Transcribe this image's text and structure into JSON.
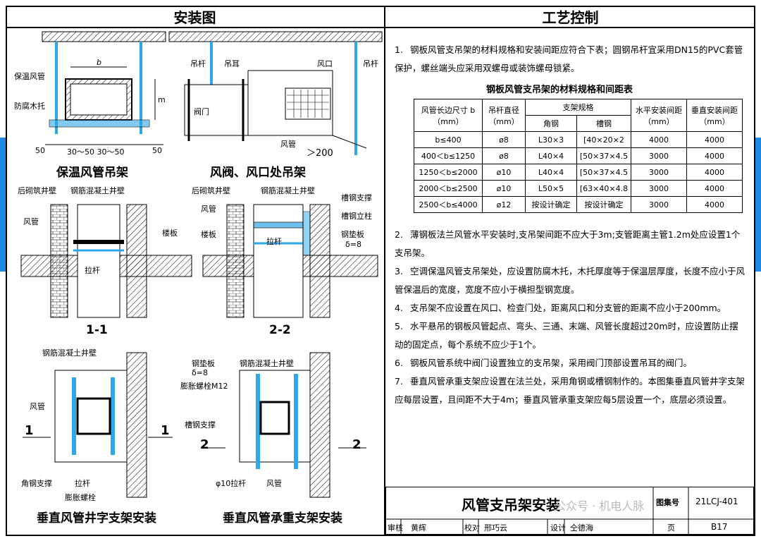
{
  "left_header": "安装图",
  "right_header": "工艺控制",
  "drawings": {
    "insulated": {
      "caption": "保温风管吊架",
      "label_duct": "保温风管",
      "label_wood": "防腐木托",
      "dim_b": "b",
      "dim_m": "m",
      "dim_50a": "50",
      "dim_mid": "30～50  30～50",
      "dim_50b": "50"
    },
    "valve": {
      "caption": "风阀、风口处吊架",
      "label_rod": "吊杆",
      "label_ear": "吊耳",
      "label_valve": "阀门",
      "label_outlet": "风口",
      "label_rod2": "吊杆",
      "label_duct": "风管",
      "dim_200": "＞200"
    },
    "section11": {
      "caption": "1-1",
      "label_brick": "后砌筑井壁",
      "label_concrete": "钢筋混凝土井壁",
      "label_duct": "风管",
      "label_slab": "楼板",
      "label_rod": "拉杆"
    },
    "section22": {
      "caption": "2-2",
      "label_brick": "后砌筑井壁",
      "label_concrete": "钢筋混凝土井壁",
      "label_duct": "风管",
      "label_slab": "楼板",
      "label_channel": "槽钢支撑",
      "label_column": "槽钢立柱",
      "label_plate": "钢垫板",
      "label_delta": "δ=8",
      "label_rod": "拉杆"
    },
    "vertical_cross": {
      "caption": "垂直风管井字支架安装",
      "label_concrete": "钢筋混凝土井壁",
      "label_duct": "风管",
      "label_angle": "角钢支撑",
      "label_rod": "拉杆",
      "label_bolt": "膨胀螺栓",
      "mark_left": "1",
      "mark_right": "1"
    },
    "vertical_load": {
      "caption": "垂直风管承重支架安装",
      "label_plate": "钢垫板",
      "label_delta": "δ=8",
      "label_bolt": "膨胀螺栓M12",
      "label_concrete": "钢筋混凝土井壁",
      "label_channel": "槽钢支撑",
      "label_rod": "φ10拉杆",
      "label_duct": "风管",
      "mark_left": "2",
      "mark_right": "2"
    }
  },
  "notes": [
    {
      "num": "1.",
      "text": "钢板风管支吊架的材料规格和安装间距应符合下表；圆钢吊杆宜采用DN15的PVC套管保护，螺丝端头应采用双螺母或装饰螺母锁紧。"
    },
    {
      "num": "2.",
      "text": "薄钢板法兰风管水平安装时,支吊架间距不应大于3m;支管距离主管1.2m处应设置1个支吊架。"
    },
    {
      "num": "3.",
      "text": "空调保温风管支吊架处，应设置防腐木托，木托厚度等于保温层厚度，长度不应小于风管保温后的宽度，宽度不应小于横担型钢宽度。"
    },
    {
      "num": "4.",
      "text": "支吊架不应设置在风口、检查门处，距离风口和分支管的距离不应小于200mm。"
    },
    {
      "num": "5.",
      "text": "水平悬吊的钢板风管起点、弯头、三通、末端、风管长度超过20m时，应设置防止摆动的固定点，每个系统不应少于1个。"
    },
    {
      "num": "6.",
      "text": "钢板风管系统中阀门设置独立的支吊架，采用阀门顶部设置吊耳的阀门。"
    },
    {
      "num": "7.",
      "text": "垂直风管承重支架应设置在法兰处，采用角钢或槽钢制作的。本图集垂直风管井字支架应每层设置，且间距不大于4m；垂直风管承重支架应每5层设置一个，底层必须设置。"
    }
  ],
  "table": {
    "title": "钢板风管支吊架的材料规格和间距表",
    "headers": {
      "col1": "风管长边尺寸 b（mm）",
      "col2": "吊杆直径（mm）",
      "col3": "支架规格",
      "col3a": "角钢",
      "col3b": "槽钢",
      "col4": "水平安装间距（mm）",
      "col5": "垂直安装间距（mm）"
    },
    "rows": [
      [
        "b≤400",
        "ø8",
        "L30×3",
        "[40×20×2",
        "4000",
        "4000"
      ],
      [
        "400＜b≤1250",
        "ø8",
        "L40×4",
        "[50×37×4.5",
        "3000",
        "4000"
      ],
      [
        "1250＜b≤2000",
        "ø10",
        "L40×4",
        "[50×37×4.5",
        "3000",
        "4000"
      ],
      [
        "2000＜b≤2500",
        "ø10",
        "L50×5",
        "[63×40×4.8",
        "3000",
        "4000"
      ],
      [
        "2500＜b≤4000",
        "ø12",
        "按设计确定",
        "按设计确定",
        "3000",
        "4000"
      ]
    ]
  },
  "title_block": {
    "title": "风管支吊架安装",
    "atlas_label": "图集号",
    "atlas_no": "21LCJ-401",
    "page_label": "页",
    "page_no": "B17",
    "review_label": "审核",
    "reviewer": "黄辉",
    "check_label": "校对",
    "checker": "邢巧云",
    "design_label": "设计",
    "designer": "仝德海",
    "watermark": "公众号 · 机电人脉"
  },
  "colors": {
    "accent_blue": "#2ea8e8",
    "tab_blue": "#1e88e5",
    "hatch": "#000000"
  }
}
